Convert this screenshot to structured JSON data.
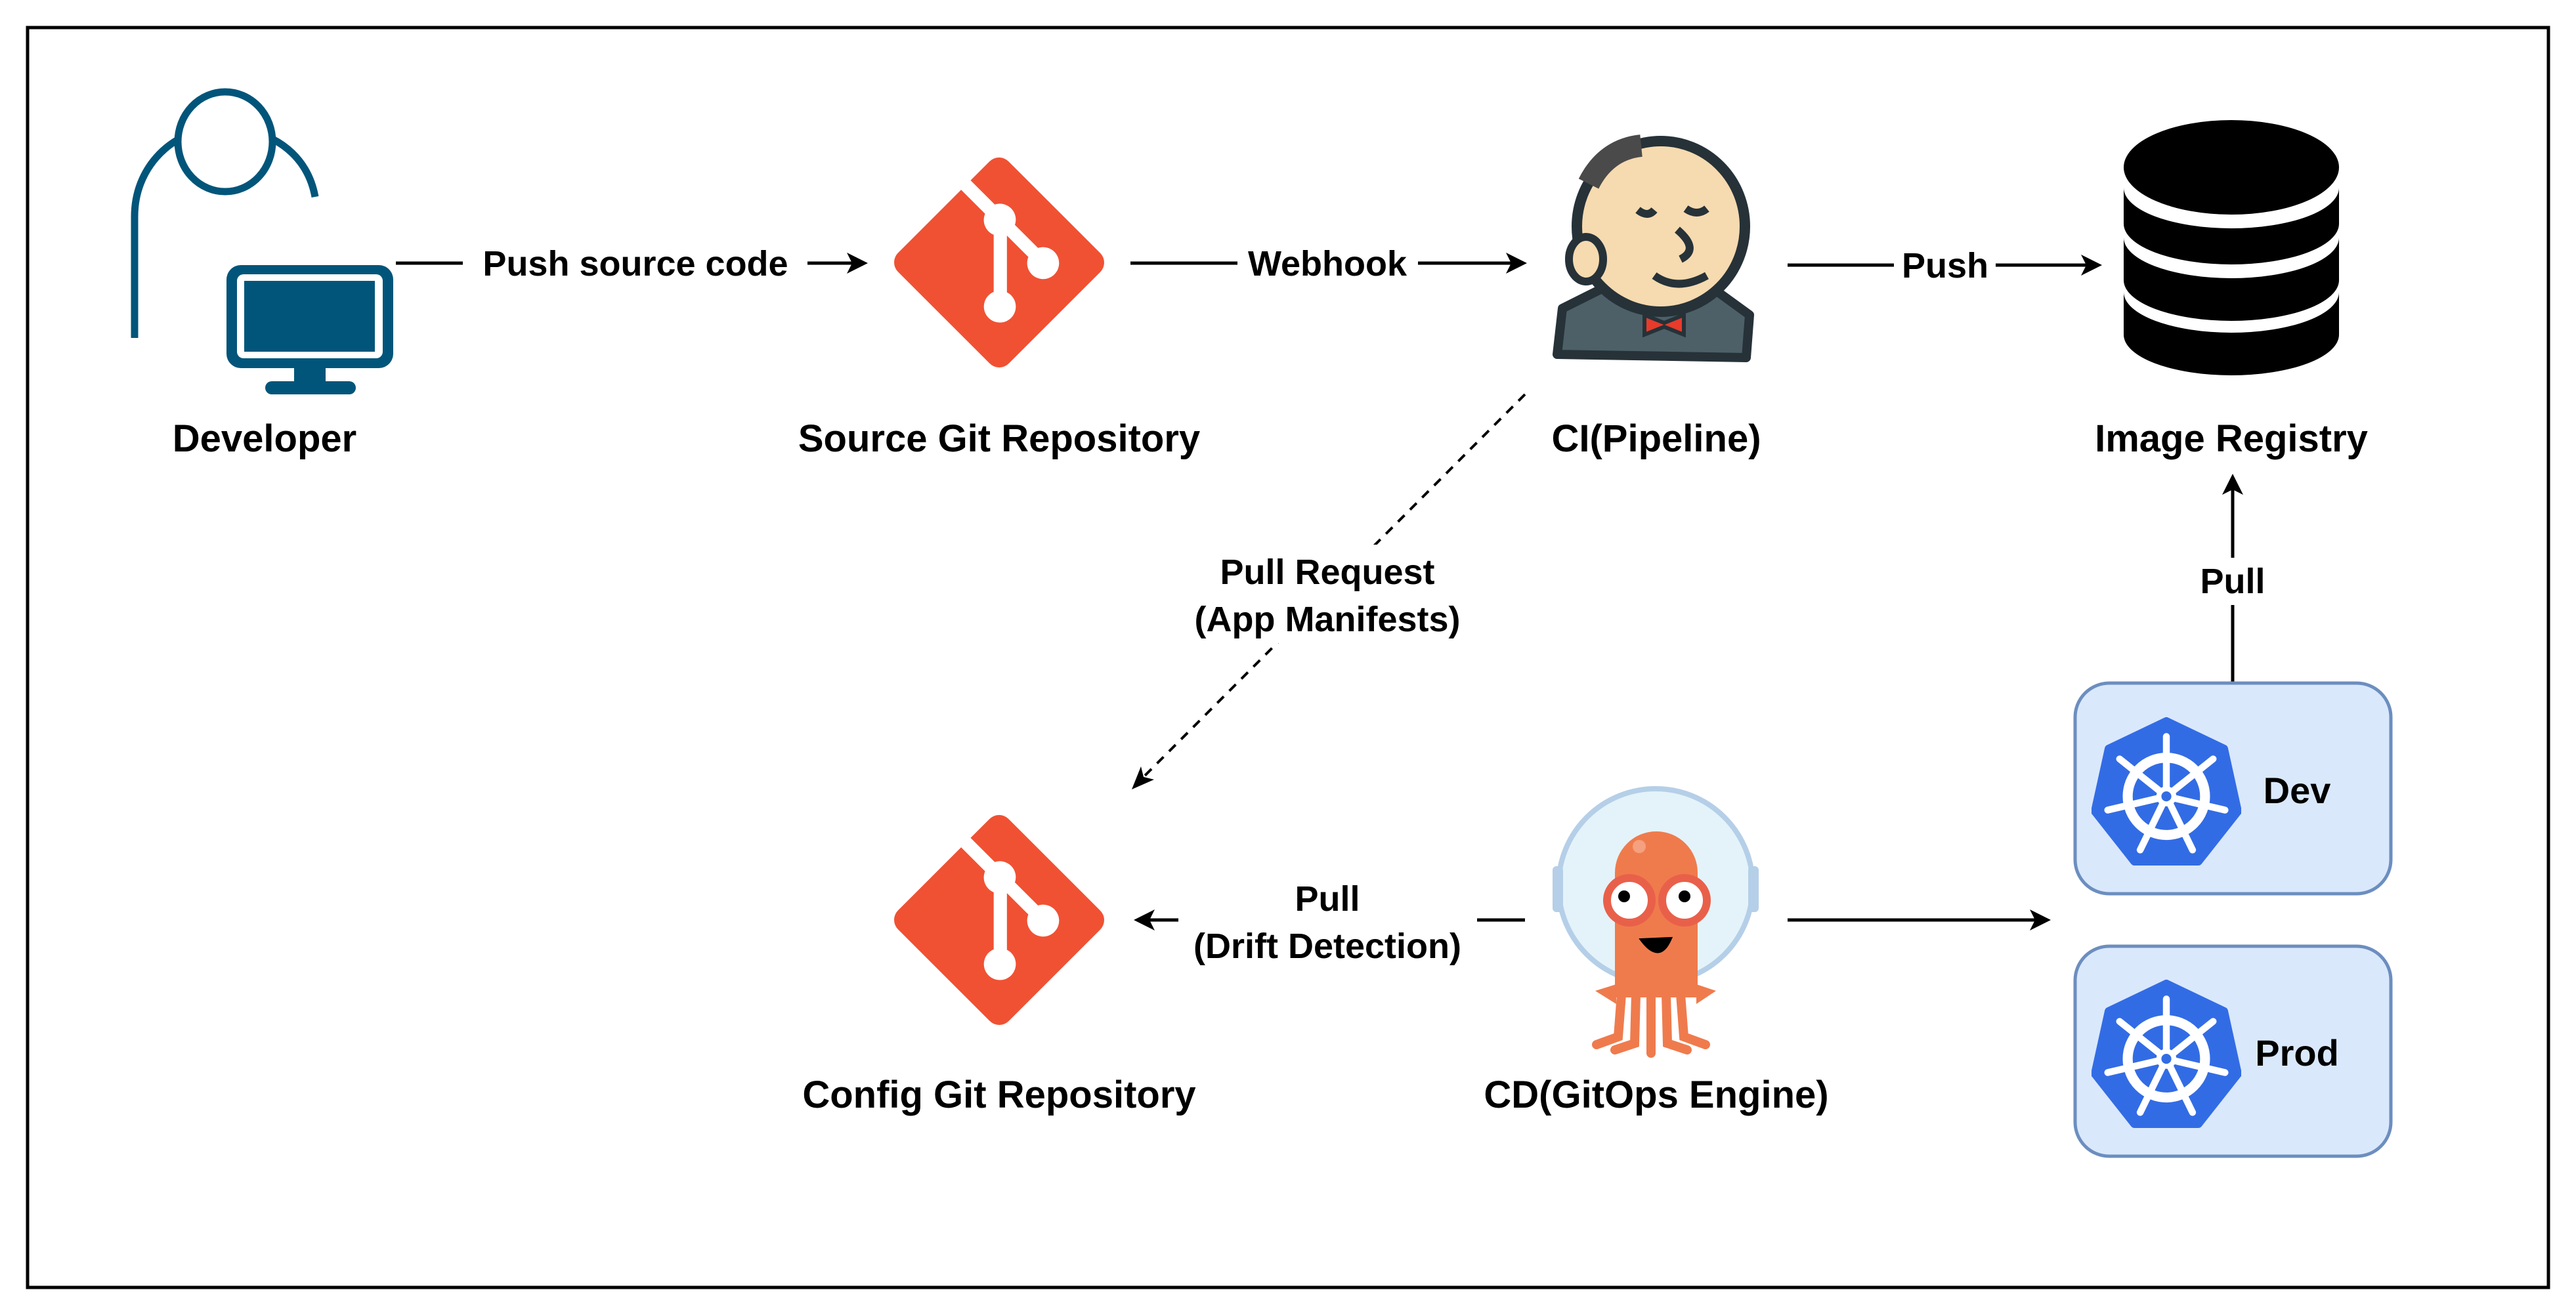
{
  "diagram": {
    "title": "GitOps CI/CD Flow",
    "colors": {
      "developer": "#02557a",
      "git": "#f05133",
      "kubernetes": "#326ce5",
      "cluster_fill": "#dae8fc",
      "cluster_border": "#6c8ebf",
      "argo_orange": "#ef7b4d",
      "jenkins_skin": "#f6dab0",
      "jenkins_tie": "#e83b2b"
    },
    "nodes": {
      "developer": {
        "label": "Developer",
        "icon": "developer-computer-icon"
      },
      "source_git": {
        "label": "Source Git Repository",
        "icon": "git-icon"
      },
      "ci": {
        "label": "CI(Pipeline)",
        "icon": "jenkins-icon"
      },
      "registry": {
        "label": "Image Registry",
        "icon": "database-icon"
      },
      "config_git": {
        "label": "Config Git Repository",
        "icon": "git-icon"
      },
      "cd": {
        "label": "CD(GitOps Engine)",
        "icon": "argo-octopus-icon"
      },
      "dev_cluster": {
        "label": "Dev",
        "icon": "kubernetes-icon"
      },
      "prod_cluster": {
        "label": "Prod",
        "icon": "kubernetes-icon"
      }
    },
    "edges": {
      "push_source": {
        "label": "Push source code",
        "from": "Developer",
        "to": "Source Git Repository",
        "style": "solid"
      },
      "webhook": {
        "label": "Webhook",
        "from": "Source Git Repository",
        "to": "CI(Pipeline)",
        "style": "solid"
      },
      "push_image": {
        "label": "Push",
        "from": "CI(Pipeline)",
        "to": "Image Registry",
        "style": "solid"
      },
      "pull_request": {
        "label_line1": "Pull Request",
        "label_line2": "(App Manifests)",
        "from": "CI(Pipeline)",
        "to": "Config Git Repository",
        "style": "dashed"
      },
      "drift": {
        "label_line1": "Pull",
        "label_line2": "(Drift Detection)",
        "from": "CD(GitOps Engine)",
        "to": "Config Git Repository",
        "style": "solid"
      },
      "deploy": {
        "label": "",
        "from": "CD(GitOps Engine)",
        "to": "Clusters",
        "style": "solid"
      },
      "pull_image": {
        "label": "Pull",
        "from": "Dev",
        "to": "Image Registry",
        "style": "solid"
      }
    }
  }
}
